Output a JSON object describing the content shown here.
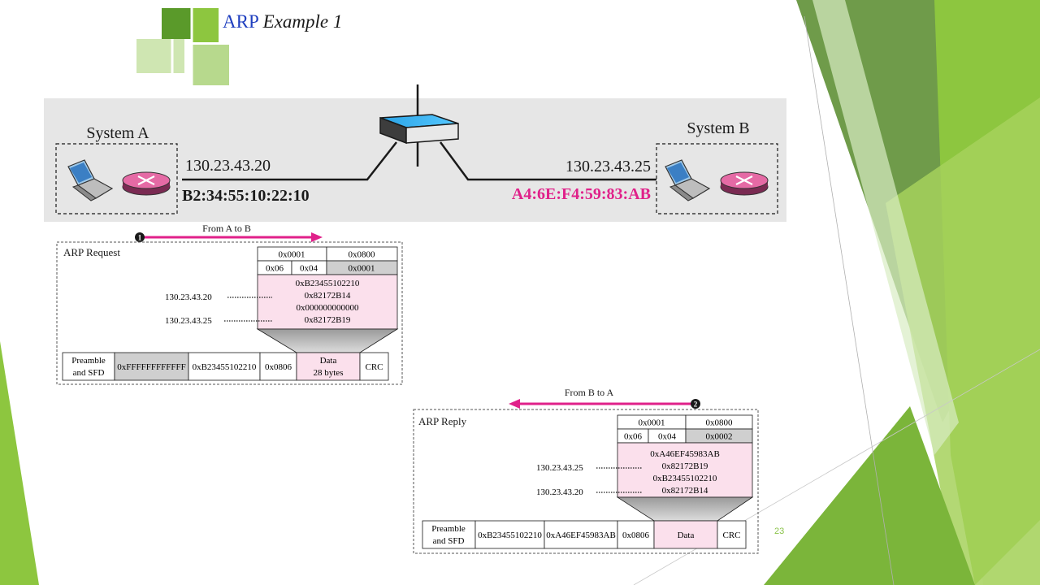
{
  "slide": {
    "title_word1": "ARP",
    "title_word2": "Example 1",
    "number": "23"
  },
  "network": {
    "system_a": {
      "label": "System A",
      "ip": "130.23.43.20",
      "mac": "B2:34:55:10:22:10"
    },
    "system_b": {
      "label": "System B",
      "ip": "130.23.43.25",
      "mac": "A4:6E:F4:59:83:AB"
    }
  },
  "request": {
    "arrow_label": "From A to B",
    "step": "1",
    "title": "ARP Request",
    "header": {
      "hw_type": "0x0001",
      "proto_type": "0x0800",
      "hw_len": "0x06",
      "proto_len": "0x04",
      "operation": "0x0001"
    },
    "fields": [
      "0xB23455102210",
      "0x82172B14",
      "0x000000000000",
      "0x82172B19"
    ],
    "ip_labels": [
      "130.23.43.20",
      "130.23.43.25"
    ],
    "frame": {
      "preamble": [
        "Preamble",
        "and SFD"
      ],
      "dest": "0xFFFFFFFFFFFF",
      "src": "0xB23455102210",
      "type": "0x0806",
      "data": [
        "Data",
        "28 bytes"
      ],
      "crc": "CRC"
    }
  },
  "reply": {
    "arrow_label": "From B to A",
    "step": "2",
    "title": "ARP Reply",
    "header": {
      "hw_type": "0x0001",
      "proto_type": "0x0800",
      "hw_len": "0x06",
      "proto_len": "0x04",
      "operation": "0x0002"
    },
    "fields": [
      "0xA46EF45983AB",
      "0x82172B19",
      "0xB23455102210",
      "0x82172B14"
    ],
    "ip_labels": [
      "130.23.43.25",
      "130.23.43.20"
    ],
    "frame": {
      "preamble": [
        "Preamble",
        "and SFD"
      ],
      "dest": "0xB23455102210",
      "src": "0xA46EF45983AB",
      "type": "0x0806",
      "data": [
        "Data"
      ],
      "crc": "CRC"
    }
  },
  "colors": {
    "pink_accent": "#e0218a",
    "field_pink": "#fbe0ec",
    "gray_band": "#e6e6e6",
    "green_dark": "#5a9a2a",
    "green_light": "#8dc63f",
    "title_blue": "#1f3fbf"
  }
}
